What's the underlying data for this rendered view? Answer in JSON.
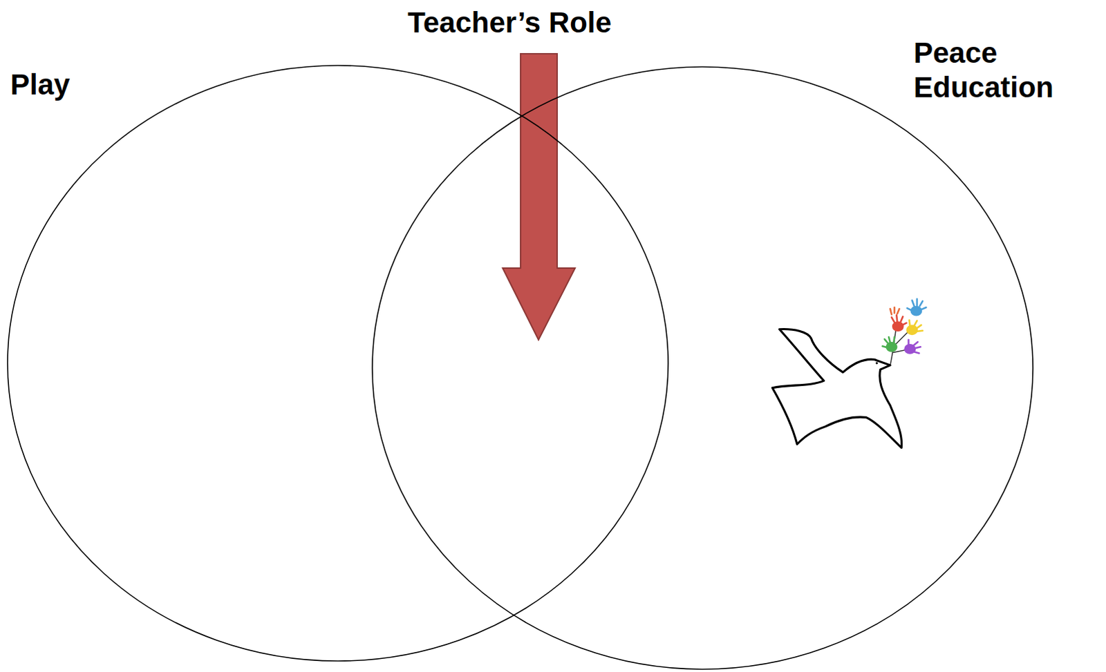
{
  "diagram": {
    "nodes": [
      {
        "text": [
          "Play"
        ]
      },
      {
        "text": [
          "Peace Education"
        ]
      }
    ],
    "labels": [
      "Teacher’s Role"
    ]
  }
}
